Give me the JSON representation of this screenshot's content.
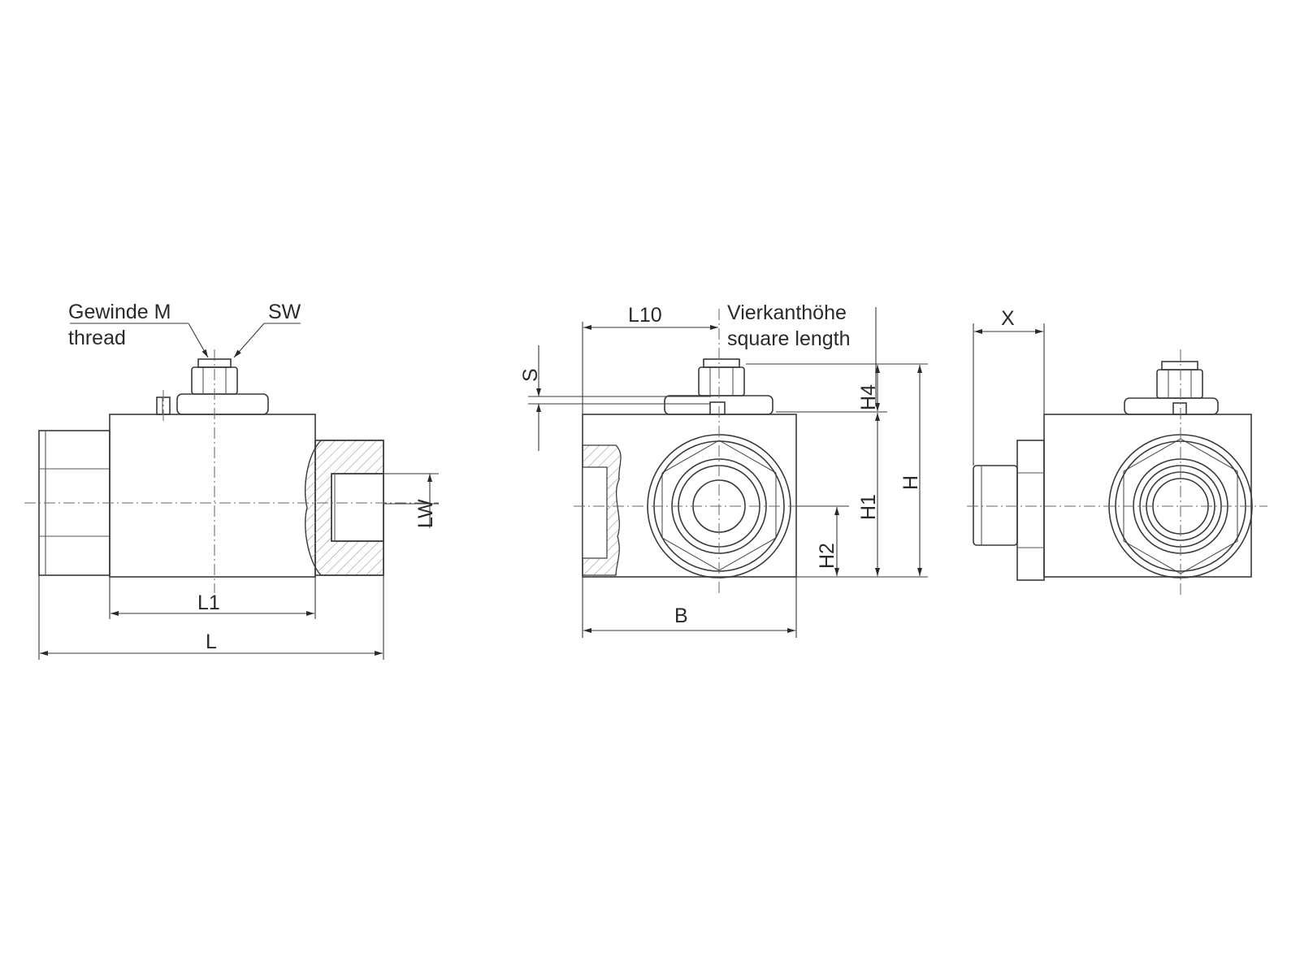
{
  "labels": {
    "gewinde": "Gewinde M",
    "thread": "thread",
    "sw": "SW",
    "lw": "LW",
    "l1": "L1",
    "l": "L",
    "l10": "L10",
    "vierkant": "Vierkanthöhe",
    "square": "square length",
    "s": "S",
    "h4": "H4",
    "h": "H",
    "h1": "H1",
    "h2": "H2",
    "b": "B",
    "x": "X"
  }
}
